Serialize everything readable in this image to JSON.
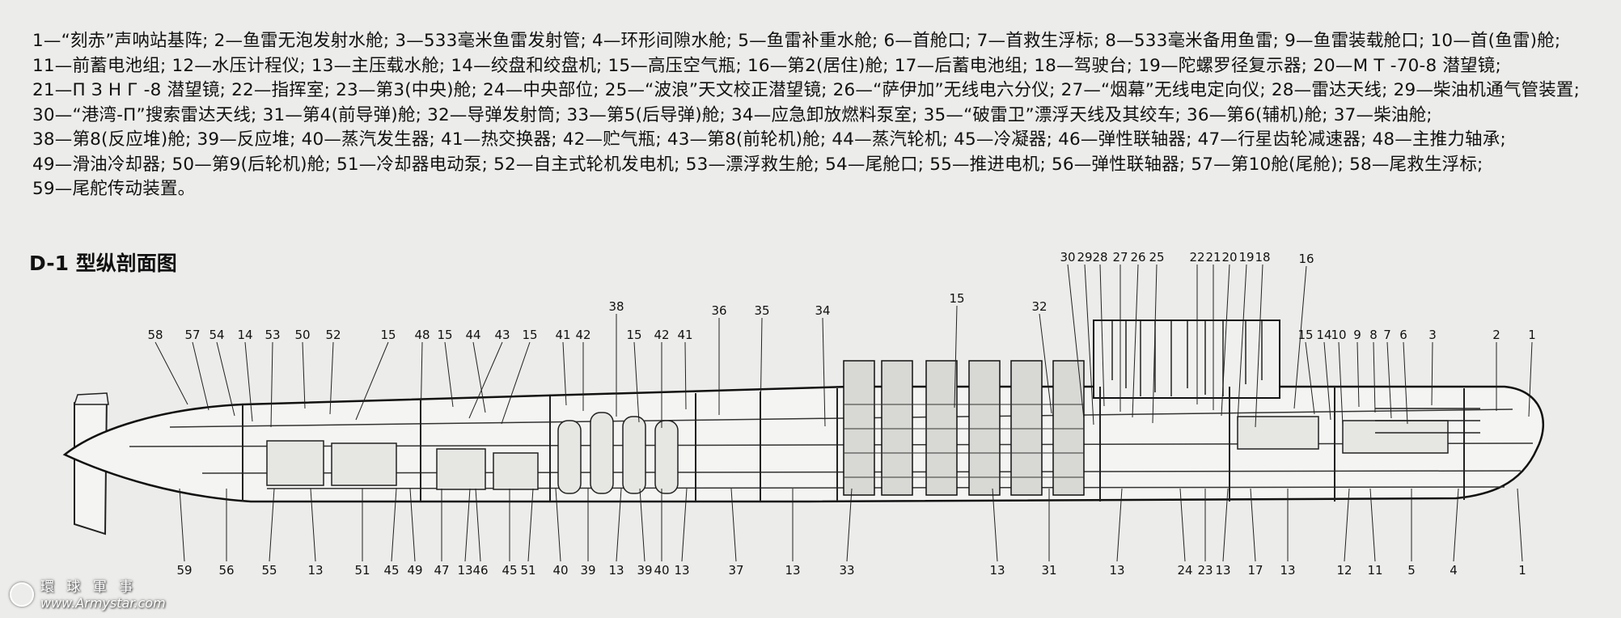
{
  "legend": [
    "1—“刻赤”声呐站基阵;",
    "2—鱼雷无泡发射水舱;",
    "3—533毫米鱼雷发射管;",
    "4—环形间隙水舱;",
    "5—鱼雷补重水舱;",
    "6—首舱口;",
    "7—首救生浮标;",
    "8—533毫米备用鱼雷;",
    "9—鱼雷装载舱口;",
    "10—首(鱼雷)舱;",
    "11—前蓄电池组;",
    "12—水压计程仪;",
    "13—主压载水舱;",
    "14—绞盘和绞盘机;",
    "15—高压空气瓶;",
    "16—第2(居住)舱;",
    "17—后蓄电池组;",
    "18—驾驶台;",
    "19—陀螺罗径复示器;",
    "20—M T -70-8 潜望镜;",
    "21—П З Н Г -8 潜望镜;",
    "22—指挥室;",
    "23—第3(中央)舱;",
    "24—中央部位;",
    "25—“波浪”天文校正潜望镜;",
    "26—“萨伊加”无线电六分仪;",
    "27—“烟幕”无线电定向仪;",
    "28—雷达天线;",
    "29—柴油机通气管装置;",
    "30—“港湾-П”搜索雷达天线;",
    "31—第4(前导弹)舱;",
    "32—导弹发射筒;",
    "33—第5(后导弹)舱;",
    "34—应急卸放燃料泵室;",
    "35—“破雷卫”漂浮天线及其绞车;",
    "36—第6(辅机)舱;",
    "37—柴油舱;",
    "38—第8(反应堆)舱;",
    "39—反应堆;",
    "40—蒸汽发生器;",
    "41—热交换器;",
    "42—贮气瓶;",
    "43—第8(前轮机)舱;",
    "44—蒸汽轮机;",
    "45—冷凝器;",
    "46—弹性联轴器;",
    "47—行星齿轮减速器;",
    "48—主推力轴承;",
    "49—滑油冷却器;",
    "50—第9(后轮机)舱;",
    "51—冷却器电动泵;",
    "52—自主式轮机发电机;",
    "53—漂浮救生舱;",
    "54—尾舱口;",
    "55—推进电机;",
    "56—弹性联轴器;",
    "57—第10舱(尾舱);",
    "58—尾救生浮标;",
    "59—尾舵传动装置。"
  ],
  "title": "D-1 型纵剖面图",
  "callouts_top": [
    "58",
    "57",
    "54",
    "14",
    "53",
    "50",
    "52",
    "15",
    "48",
    "15",
    "44",
    "43",
    "15",
    "41",
    "42",
    "38",
    "15",
    "42",
    "41",
    "36",
    "35",
    "34",
    "15",
    "32",
    "30",
    "29",
    "28",
    "27",
    "26",
    "25",
    "22",
    "21",
    "20",
    "19",
    "18",
    "16",
    "15",
    "14",
    "10",
    "9",
    "8",
    "7",
    "6",
    "3",
    "2",
    "1"
  ],
  "callouts_bottom": [
    "59",
    "56",
    "55",
    "13",
    "51",
    "45",
    "49",
    "47",
    "13",
    "46",
    "45",
    "51",
    "40",
    "39",
    "13",
    "39",
    "40",
    "13",
    "37",
    "13",
    "33",
    "13",
    "31",
    "13",
    "24",
    "23",
    "13",
    "17",
    "13",
    "12",
    "11",
    "5",
    "4",
    "1"
  ],
  "watermark": {
    "brand": "環 球 軍 事",
    "site": "www.Armystar.com"
  },
  "colors": {
    "background": "#ececea",
    "ink": "#111111",
    "hull_fill": "#f4f4f2",
    "missile_fill": "#d8d8d5"
  }
}
